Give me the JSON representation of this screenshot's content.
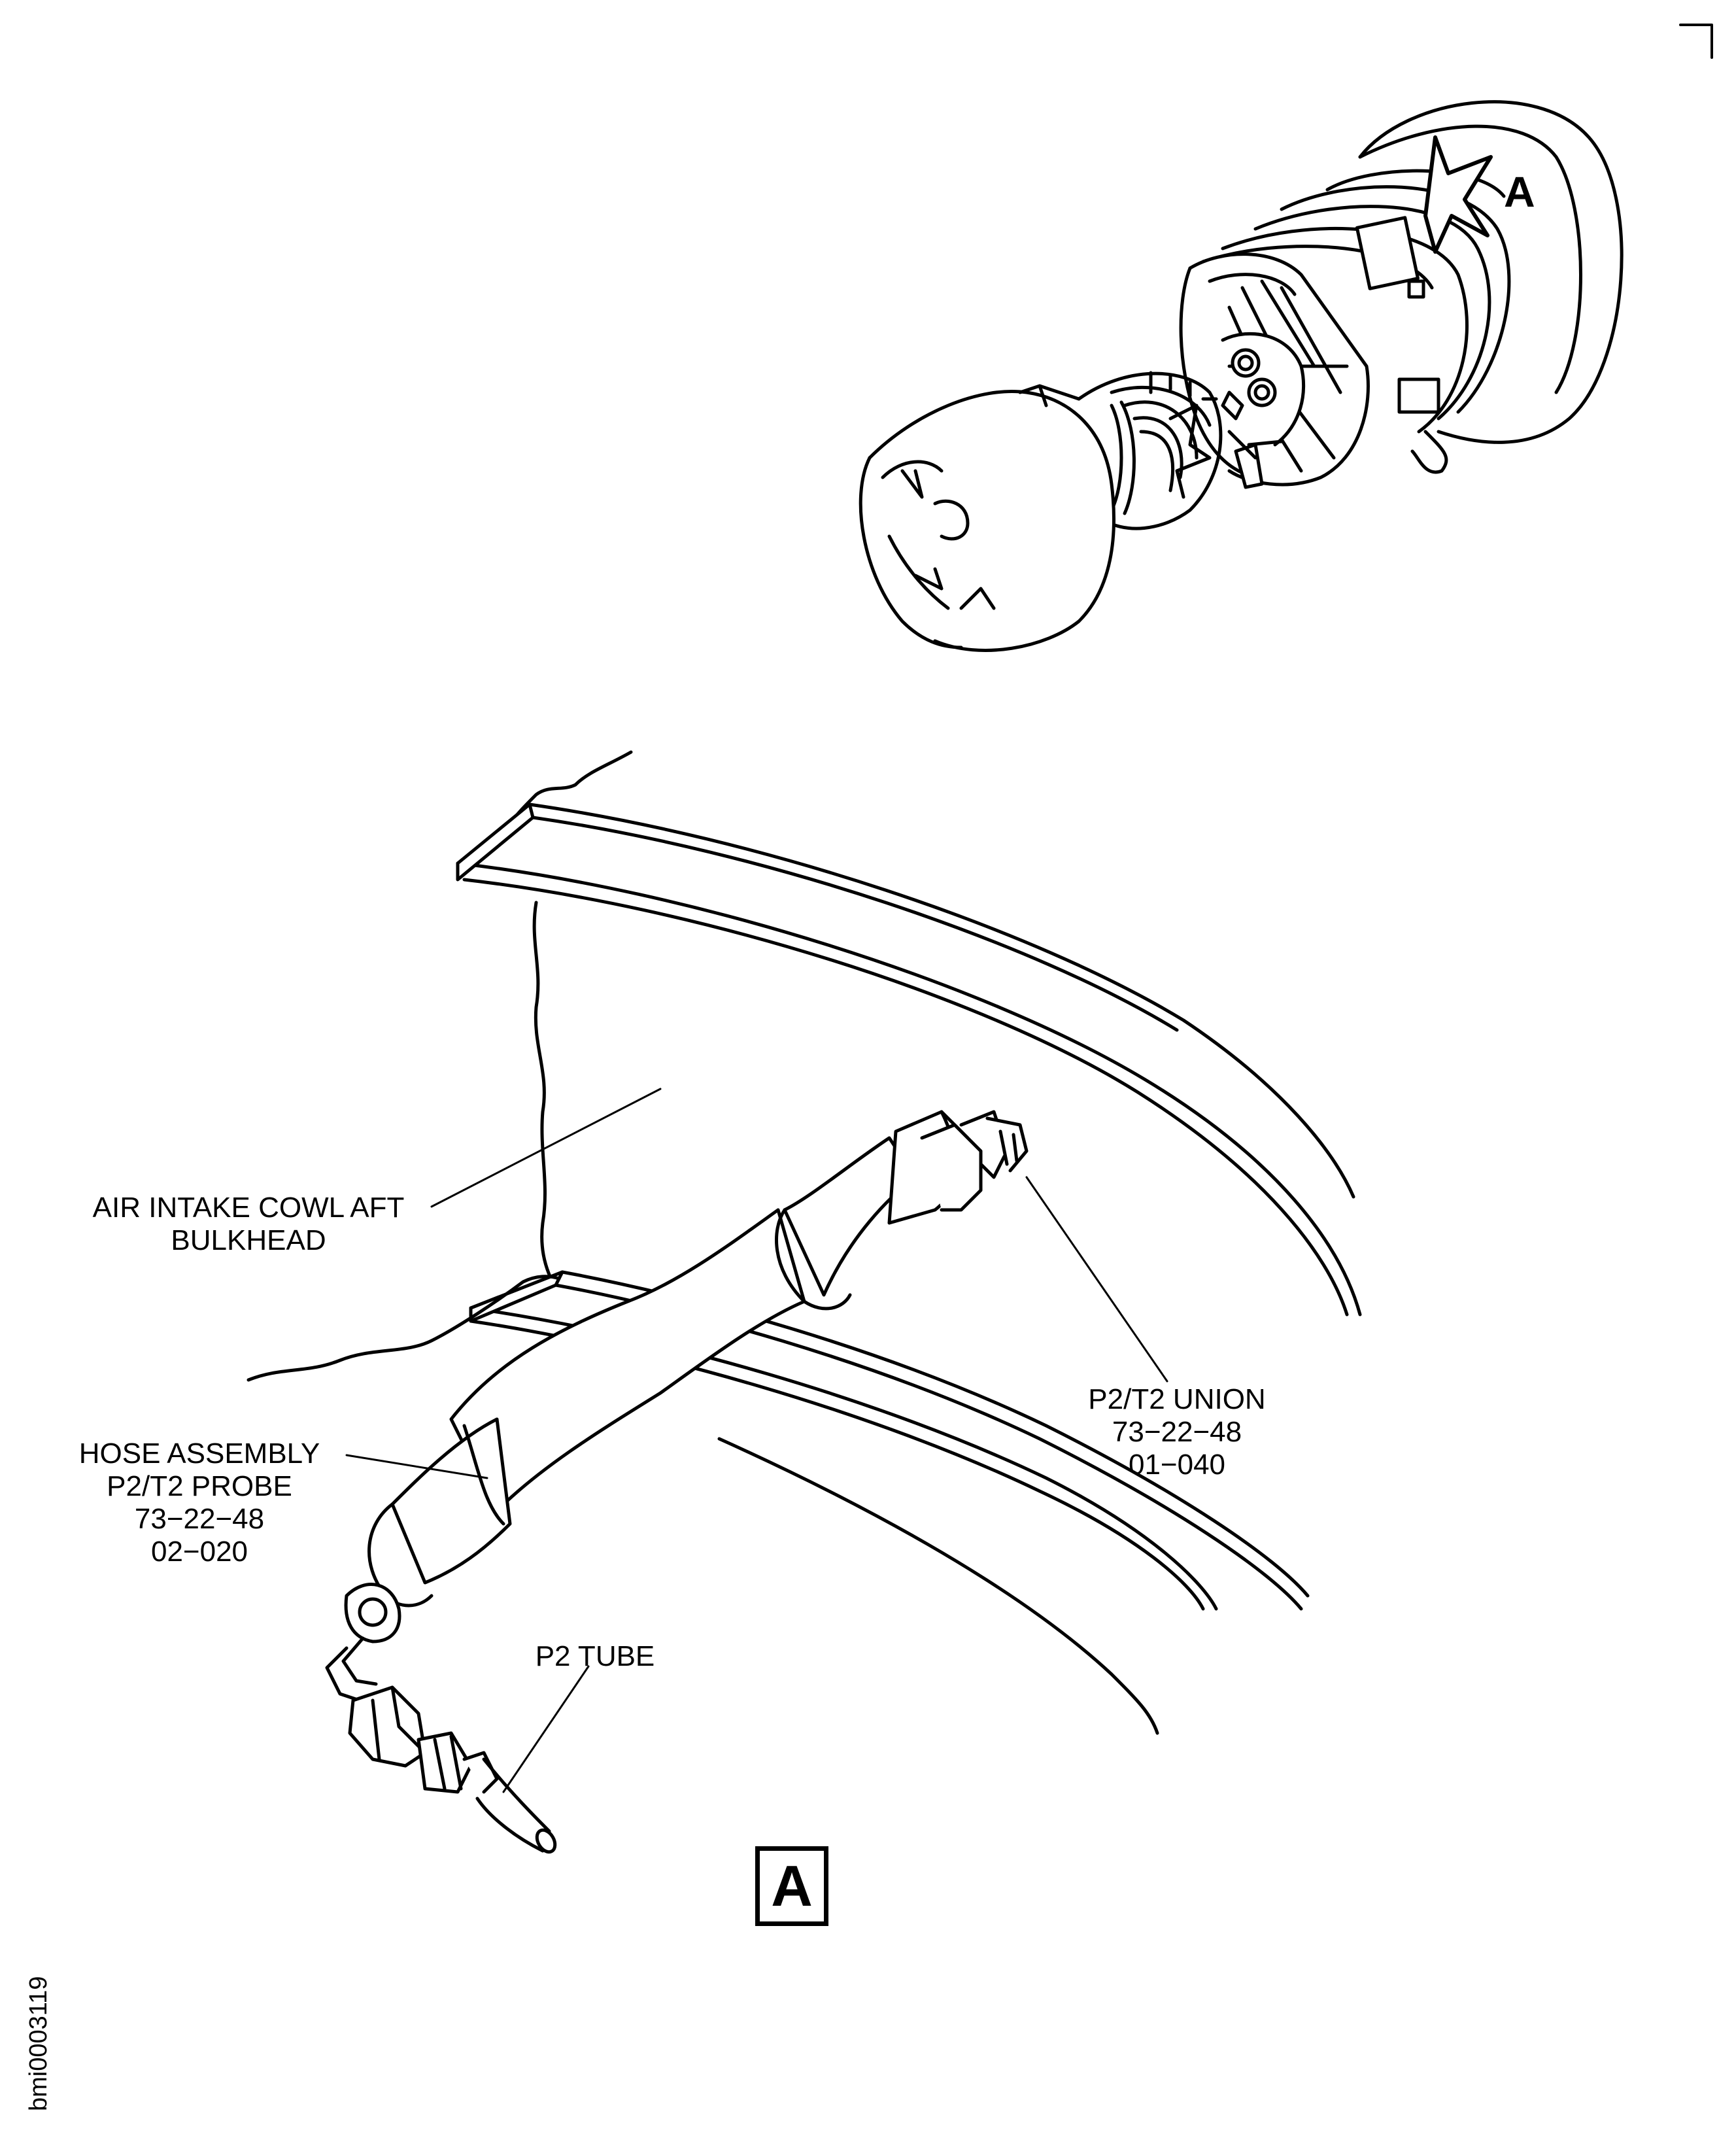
{
  "figure_id": "bmi0003119",
  "view_marker": "A",
  "view_box_label": "A",
  "labels": {
    "cowl": [
      "AIR INTAKE COWL AFT",
      "BULKHEAD"
    ],
    "hose": [
      "HOSE ASSEMBLY",
      "P2/T2 PROBE",
      "73−22−48",
      "02−020"
    ],
    "union": [
      "P2/T2 UNION",
      "73−22−48",
      "01−040"
    ],
    "tube": [
      "P2 TUBE"
    ]
  }
}
